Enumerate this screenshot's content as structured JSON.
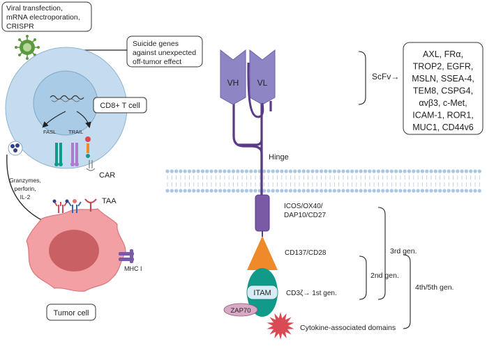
{
  "left_panel": {
    "delivery_box": [
      "Viral transfection,",
      "mRNA electroporation,",
      "CRISPR"
    ],
    "suicide_box": [
      "Suicide genes",
      "against unexpected",
      "off-tumor effect"
    ],
    "cell_label": "CD8+ T cell",
    "fasl": "FASL",
    "trail": "TRAIL",
    "car_label": "CAR",
    "granzymes": [
      "Granzymes,",
      "perforin,",
      "IL-2"
    ],
    "taa_label": "TAA",
    "mhc_label": "MHC I",
    "tumor_label": "Tumor cell"
  },
  "car_diagram": {
    "vh": "VH",
    "vl": "VL",
    "scfv_label": "ScFv→",
    "hinge_label": "Hinge",
    "costim1": [
      "ICOS/OX40/",
      "DAP10/CD27"
    ],
    "costim2": "CD137/CD28",
    "itam": "ITAM",
    "cd3z": "CD3ζ→ 1st gen.",
    "zap70": "ZAP70",
    "cytokine": "Cytokine-associated domains",
    "gen2": "2nd gen.",
    "gen3": "3rd gen.",
    "gen45": "4th/5th gen."
  },
  "targets": [
    "AXL, FRα,",
    "TROP2, EGFR,",
    "MSLN, SSEA-4,",
    "TEM8, CSPG4,",
    "αvβ3, c-Met,",
    "ICAM-1,  ROR1,",
    "MUC1, CD44v6"
  ],
  "colors": {
    "purple_dark": "#5b3a8a",
    "purple_light": "#8e86c4",
    "orange": "#ee8a2a",
    "teal": "#0f9a8a",
    "red": "#d94a55",
    "tumor_pink": "#f2a0a3",
    "cell_blue": "#c5dcef",
    "virus_green": "#5a9a3c"
  }
}
